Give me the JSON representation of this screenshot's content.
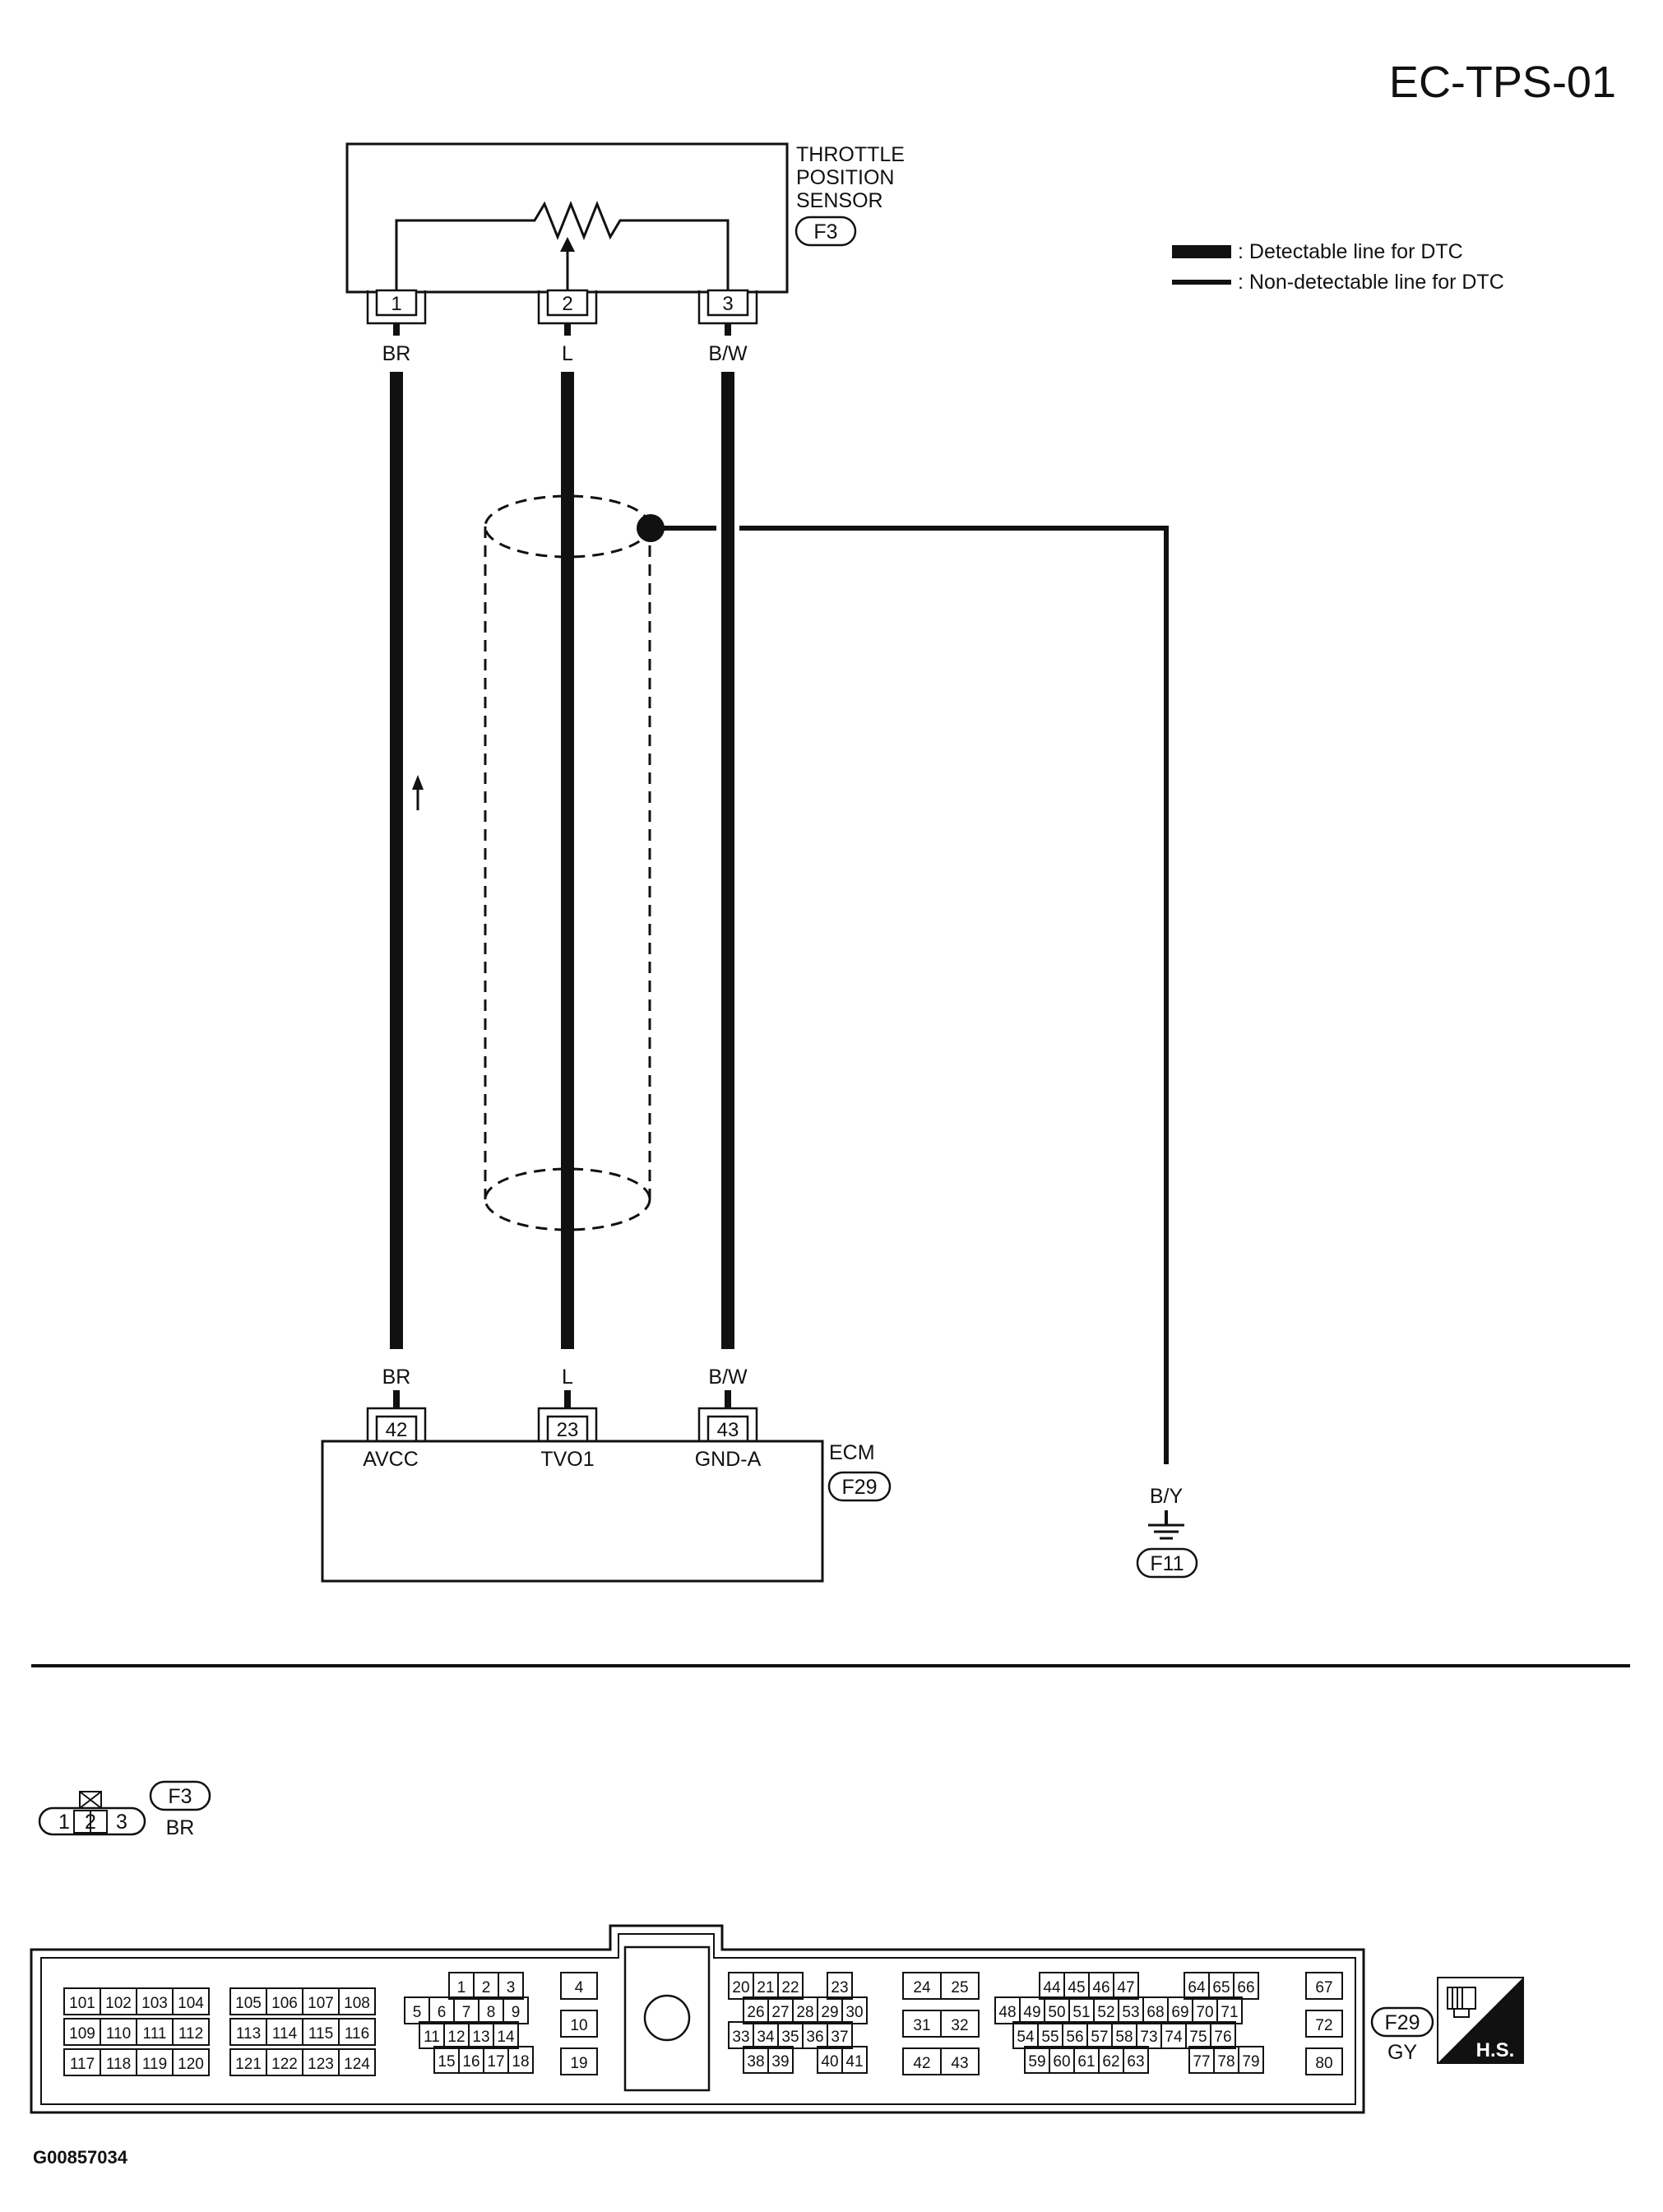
{
  "page_code": "EC-TPS-01",
  "figure_code": "G00857034",
  "legend": [
    {
      "label": ": Detectable line for DTC",
      "kind": "thick"
    },
    {
      "label": ": Non-detectable line for DTC",
      "kind": "thin"
    }
  ],
  "sensor": {
    "name_lines": [
      "THROTTLE",
      "POSITION",
      "SENSOR"
    ],
    "connector": "F3",
    "pins": [
      "1",
      "2",
      "3"
    ]
  },
  "wires": [
    {
      "top_color": "BR",
      "bottom_color": "BR",
      "sensor_pin": "1",
      "ecm_pin": "42",
      "ecm_signal": "AVCC"
    },
    {
      "top_color": "L",
      "bottom_color": "L",
      "sensor_pin": "2",
      "ecm_pin": "23",
      "ecm_signal": "TVO1"
    },
    {
      "top_color": "B/W",
      "bottom_color": "B/W",
      "sensor_pin": "3",
      "ecm_pin": "43",
      "ecm_signal": "GND-A"
    }
  ],
  "ecm": {
    "name": "ECM",
    "connector": "F29"
  },
  "ground": {
    "wire_color": "B/Y",
    "connector": "F11"
  },
  "f3_view": {
    "connector": "F3",
    "color": "BR",
    "pins": [
      "1",
      "2",
      "3"
    ]
  },
  "f29_view": {
    "connector": "F29",
    "color": "GY",
    "badge": "H.S.",
    "block_a": [
      [
        "101",
        "102",
        "103",
        "104"
      ],
      [
        "109",
        "110",
        "111",
        "112"
      ],
      [
        "117",
        "118",
        "119",
        "120"
      ]
    ],
    "block_b": [
      [
        "105",
        "106",
        "107",
        "108"
      ],
      [
        "113",
        "114",
        "115",
        "116"
      ],
      [
        "121",
        "122",
        "123",
        "124"
      ]
    ],
    "block_c": [
      [
        "1",
        "2",
        "3"
      ],
      [
        "5",
        "6",
        "7",
        "8",
        "9"
      ],
      [
        "11",
        "12",
        "13",
        "14"
      ],
      [
        "15",
        "16",
        "17",
        "18"
      ]
    ],
    "block_d": [
      "4",
      "10",
      "19"
    ],
    "block_e": [
      [
        "20",
        "21",
        "22",
        "23"
      ],
      [
        "26",
        "27",
        "28",
        "29",
        "30"
      ],
      [
        "33",
        "34",
        "35",
        "36",
        "37"
      ],
      [
        "38",
        "39",
        "40",
        "41"
      ]
    ],
    "block_f": [
      [
        "24",
        "25"
      ],
      [
        "31",
        "32"
      ],
      [
        "42",
        "43"
      ]
    ],
    "block_g": [
      [
        "44",
        "45",
        "46",
        "47",
        "64",
        "65",
        "66"
      ],
      [
        "48",
        "49",
        "50",
        "51",
        "52",
        "53",
        "68",
        "69",
        "70",
        "71"
      ],
      [
        "54",
        "55",
        "56",
        "57",
        "58",
        "73",
        "74",
        "75",
        "76"
      ],
      [
        "59",
        "60",
        "61",
        "62",
        "63",
        "77",
        "78",
        "79"
      ]
    ],
    "block_h": [
      "67",
      "72",
      "80"
    ]
  }
}
